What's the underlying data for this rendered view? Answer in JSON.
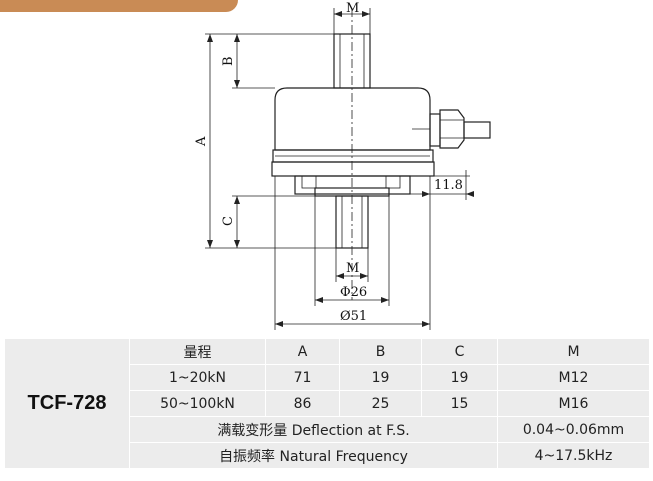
{
  "drawing": {
    "dim_labels": {
      "top_thread": "M",
      "bottom_thread": "M",
      "height_b": "B",
      "height_a": "A",
      "height_c": "C",
      "offset": "11.8",
      "base_dia": "Φ26",
      "body_dia": "Ø51"
    }
  },
  "table": {
    "model": "TCF-728",
    "header": [
      "量程",
      "A",
      "B",
      "C",
      "M"
    ],
    "rows": [
      [
        "1~20kN",
        "71",
        "19",
        "19",
        "M12"
      ],
      [
        "50~100kN",
        "86",
        "25",
        "15",
        "M16"
      ]
    ],
    "deflection": {
      "label": "满载变形量 Deflection at F.S.",
      "value": "0.04~0.06mm"
    },
    "frequency": {
      "label": "自振频率 Natural Frequency",
      "value": "4~17.5kHz"
    }
  }
}
